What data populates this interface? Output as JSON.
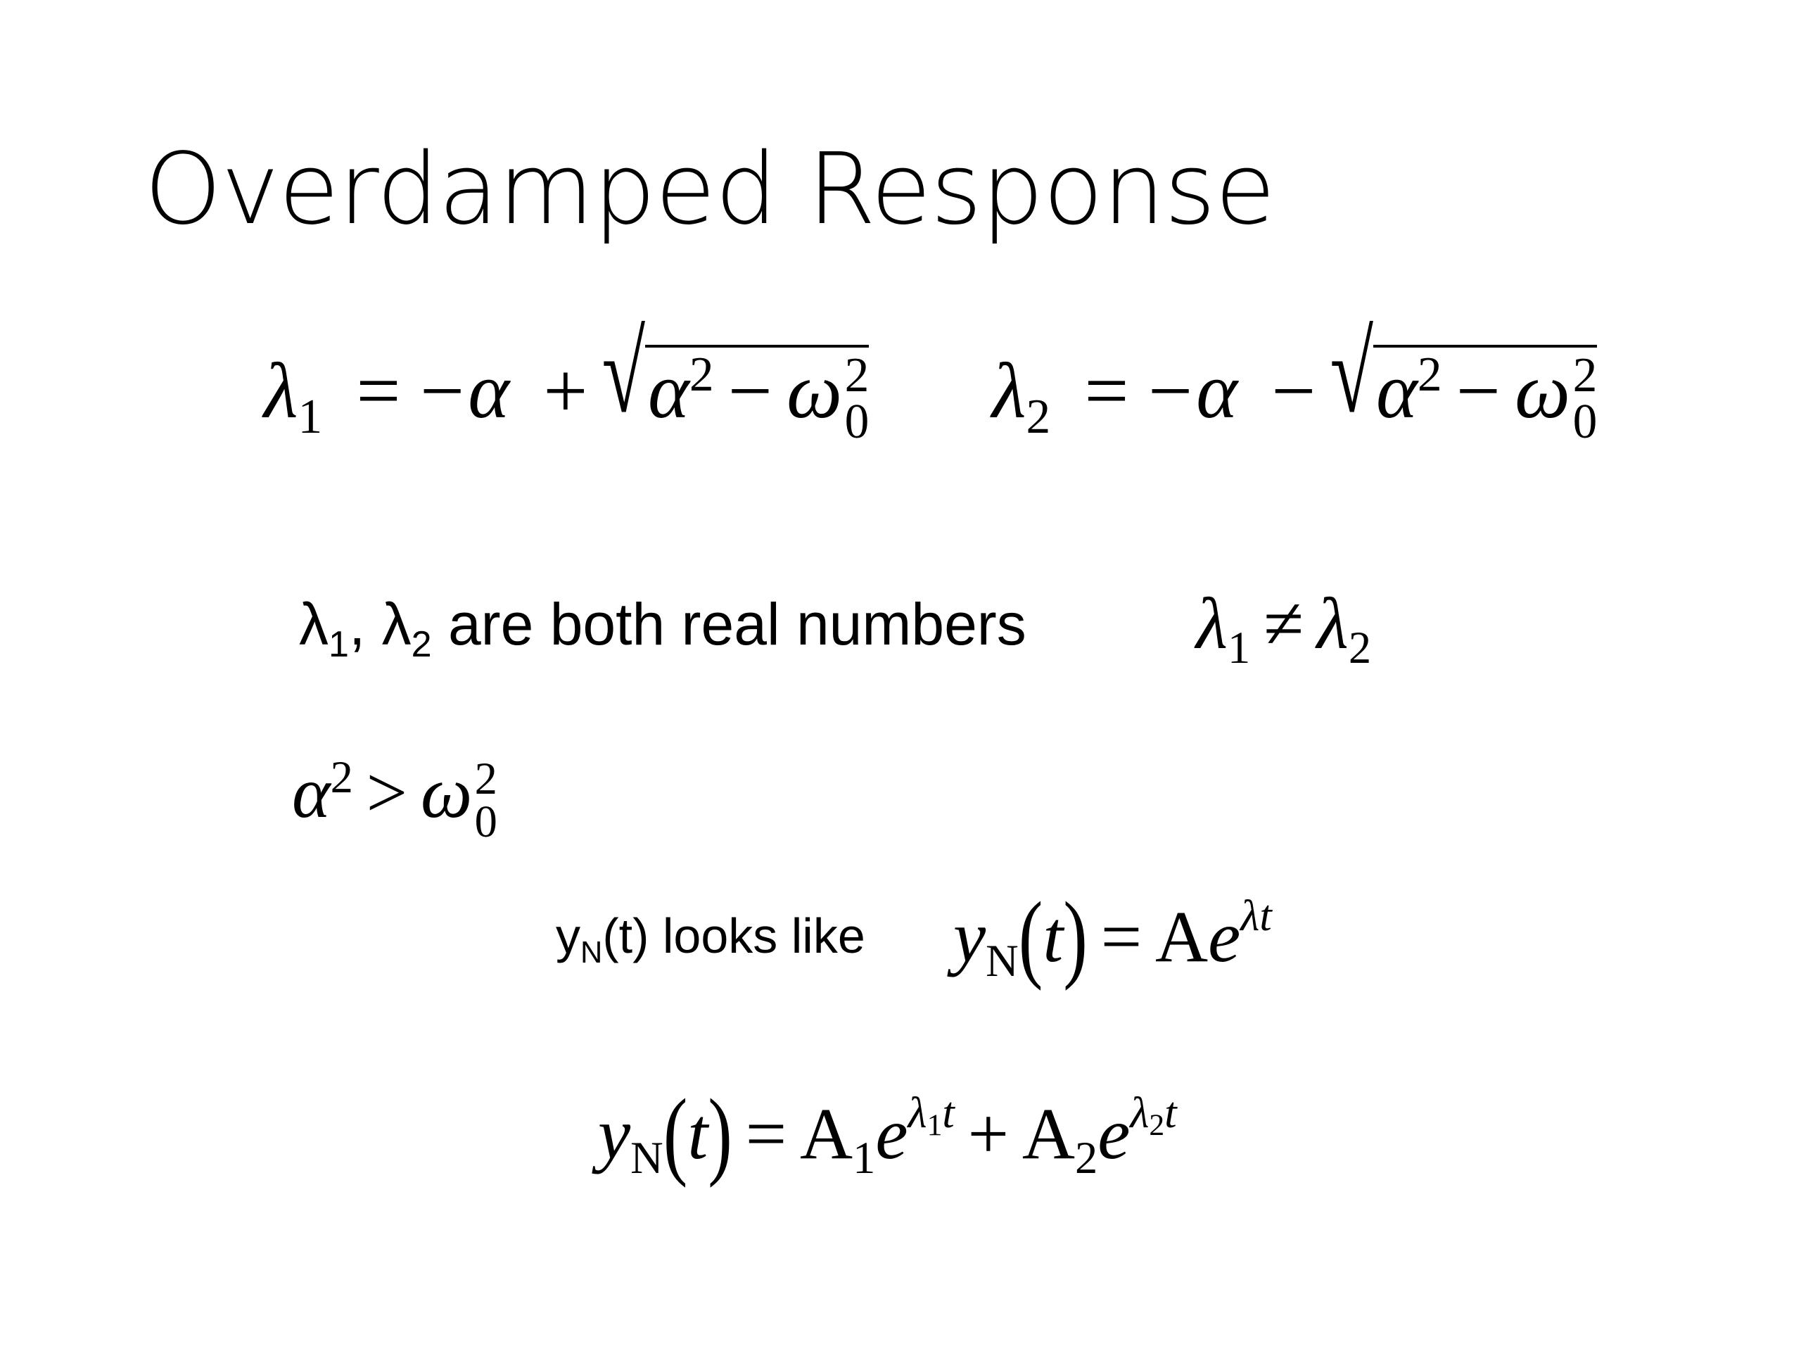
{
  "slide": {
    "title": "Overdamped Response"
  },
  "equations": {
    "lambda1": {
      "lhs": "λ",
      "lhs_sub": "1",
      "equals": "=",
      "minus_alpha": "−α",
      "op": "+",
      "sqrt_alpha": "α",
      "alpha_sup": "2",
      "inner_op": "−",
      "omega": "ω",
      "omega_sup": "2",
      "omega_sub": "0"
    },
    "lambda2": {
      "lhs": "λ",
      "lhs_sub": "2",
      "equals": "=",
      "minus_alpha": "−α",
      "op": "−",
      "sqrt_alpha": "α",
      "alpha_sup": "2",
      "inner_op": "−",
      "omega": "ω",
      "omega_sup": "2",
      "omega_sub": "0"
    }
  },
  "statement": {
    "l1": "λ",
    "l1_sub": "1",
    "sep": ", ",
    "l2": "λ",
    "l2_sub": "2",
    "text": " are both real numbers",
    "neq_lhs": "λ",
    "neq_lhs_sub": "1",
    "neq": "≠",
    "neq_rhs": "λ",
    "neq_rhs_sub": "2"
  },
  "condition": {
    "alpha": "α",
    "alpha_sup": "2",
    "gt": ">",
    "omega": "ω",
    "omega_sup": "2",
    "omega_sub": "0"
  },
  "looks_like": {
    "y": "y",
    "y_sub": "N",
    "text": "(t) looks like",
    "eq_y": "y",
    "eq_y_sub": "N",
    "lparen": "(",
    "t": "t",
    "rparen": ")",
    "equals": "=",
    "A": "A",
    "e": "e",
    "exp": "λt"
  },
  "solution": {
    "y": "y",
    "y_sub": "N",
    "lparen": "(",
    "t": "t",
    "rparen": ")",
    "equals": "=",
    "A1": "A",
    "A1_sub": "1",
    "e1": "e",
    "exp1_l": "λ",
    "exp1_sub": "1",
    "exp1_t": "t",
    "plus": "+",
    "A2": "A",
    "A2_sub": "2",
    "e2": "e",
    "exp2_l": "λ",
    "exp2_sub": "2",
    "exp2_t": "t"
  }
}
